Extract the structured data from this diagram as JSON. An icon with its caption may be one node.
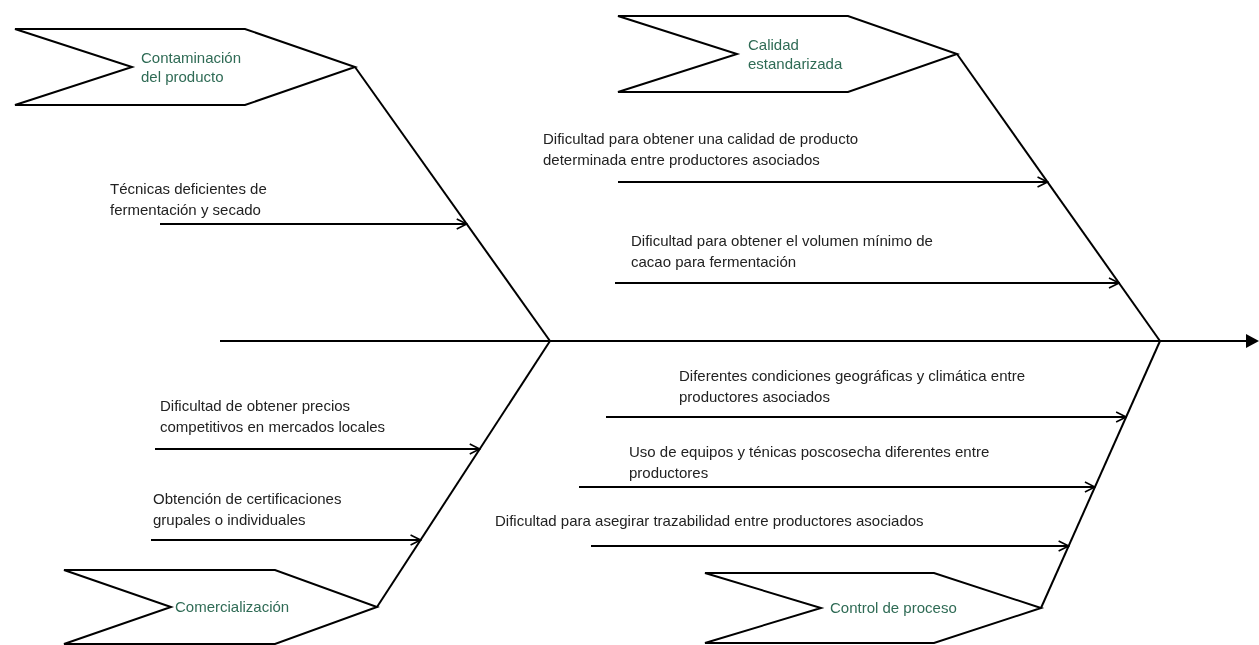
{
  "diagram": {
    "nodes": [
      {
        "text": [
          "Contaminación del producto"
        ]
      },
      {
        "text": [
          "Calidad estandarizada"
        ]
      },
      {
        "text": [
          "Comercialización"
        ]
      },
      {
        "text": [
          "Control de proceso"
        ]
      },
      {
        "text": [
          "Técnicas deficientes de fermentación y secado"
        ]
      },
      {
        "text": [
          "Dificultad para obtener una calidad de producto determinada entre productores asociados"
        ]
      },
      {
        "text": [
          "Dificultad para obtener el volumen mínimo de cacao para fermentación"
        ]
      },
      {
        "text": [
          "Dificultad de obtener precios competitivos en mercados locales"
        ]
      },
      {
        "text": [
          "Obtención de certificaciones grupales o individuales"
        ]
      },
      {
        "text": [
          "Diferentes condiciones geográficas y climática entre productores asociados"
        ]
      },
      {
        "text": [
          "Uso de equipos y ténicas poscosecha diferentes entre productores"
        ]
      },
      {
        "text": [
          "Dificultad para asegirar trazabilidad entre productores asociados"
        ]
      }
    ],
    "edges": [
      {
        "from": 0,
        "to": null,
        "arrow": "none"
      },
      {
        "from": 1,
        "to": null,
        "arrow": "none"
      },
      {
        "from": 2,
        "to": null,
        "arrow": "none"
      },
      {
        "from": 3,
        "to": null,
        "arrow": "none"
      },
      {
        "from": 4,
        "to": null,
        "arrow": "to"
      },
      {
        "from": 5,
        "to": null,
        "arrow": "to"
      },
      {
        "from": 6,
        "to": null,
        "arrow": "to"
      },
      {
        "from": 7,
        "to": null,
        "arrow": "to"
      },
      {
        "from": 8,
        "to": null,
        "arrow": "to"
      },
      {
        "from": 9,
        "to": null,
        "arrow": "to"
      },
      {
        "from": 10,
        "to": null,
        "arrow": "to"
      },
      {
        "from": 11,
        "to": null,
        "arrow": "to"
      }
    ]
  }
}
